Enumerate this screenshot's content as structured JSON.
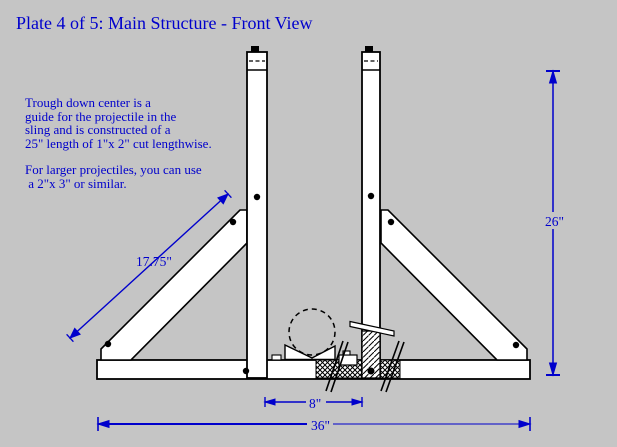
{
  "page": {
    "background_color": "#c5c5c5",
    "accent_color": "#0000cc",
    "line_color": "#000000",
    "wood_fill_color": "#ffffff"
  },
  "title": "Plate 4 of 5: Main Structure - Front View",
  "notes": {
    "para1_lines": [
      "Trough down center is a",
      "guide for the projectile in the",
      "sling and is constructed of a",
      "25\" length of 1\"x 2\" cut lengthwise."
    ],
    "para2_lines": [
      "For larger projectiles, you can use",
      " a 2\"x 3\" or similar."
    ]
  },
  "dimensions": {
    "brace_length": "17.75\"",
    "upright_height": "26\"",
    "center_gap": "8\"",
    "base_length": "36\""
  },
  "drawing_parts": {
    "base": "base-beam",
    "left_upright": "left-upright-post",
    "right_upright": "right-upright-post",
    "left_brace": "left-diagonal-brace",
    "right_brace": "right-diagonal-brace",
    "projectile": "projectile-circle-dashed",
    "trough_end": "trough-v-block",
    "arm_section": "hatched-arm-section",
    "seat_section": "crosshatched-seat",
    "sling_lines": "sling-rope-lines",
    "trigger_stick": "trigger-stick"
  }
}
